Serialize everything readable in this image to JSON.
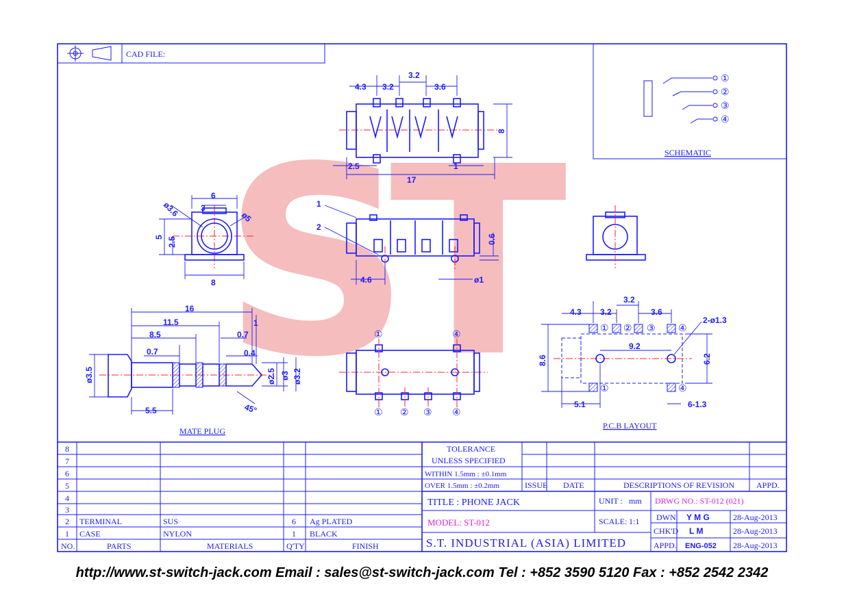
{
  "header": {
    "cad_file_label": "CAD FILE:"
  },
  "watermark": "ST",
  "schematic": {
    "label": "SCHEMATIC",
    "pins": [
      "①",
      "②",
      "③",
      "④"
    ]
  },
  "top_view": {
    "dims": [
      "4.3",
      "3.2",
      "3.2",
      "3.6",
      "8",
      "2.5",
      "17",
      "1"
    ]
  },
  "front_view": {
    "dims": [
      "6",
      "3",
      "ø3.6",
      "ø5",
      "5",
      "2.5",
      "8"
    ]
  },
  "side_view": {
    "callouts": [
      "1",
      "2"
    ],
    "dims": [
      "0.6",
      "4.6",
      "ø1"
    ]
  },
  "mate_plug": {
    "label": "MATE PLUG",
    "dims": [
      "16",
      "11.5",
      "8.5",
      "0.7",
      "1",
      "0.7",
      "0.4",
      "ø3.5",
      "ø2.5",
      "ø3",
      "ø3.2",
      "5.5",
      "45°"
    ]
  },
  "bottom_view": {
    "top_pins": [
      "①",
      "④"
    ],
    "bottom_pins": [
      "①",
      "②",
      "③",
      "④"
    ]
  },
  "pcb_layout": {
    "label": "P.C.B LAYOUT",
    "dims": [
      "4.3",
      "3.2",
      "3.2",
      "3.6",
      "2-ø1.3",
      "9.2",
      "8.6",
      "6.2",
      "5.1",
      "6-1.3"
    ],
    "pins_top": [
      "①",
      "②",
      "③",
      "④"
    ],
    "pins_bottom": [
      "①",
      "④"
    ]
  },
  "tolerance": {
    "title1": "TOLERANCE",
    "title2": "UNLESS  SPECIFIED",
    "line1": "WITHIN  1.5mm : ±0.1mm",
    "line2": "OVER    1.5mm : ±0.2mm"
  },
  "revision": {
    "issue": "ISSUE",
    "date": "DATE",
    "desc": "DESCRIPTIONS  OF  REVISION",
    "appd": "APPD."
  },
  "parts_table": {
    "row_numbers": [
      "8",
      "7",
      "6",
      "5",
      "4",
      "3",
      "2",
      "1"
    ],
    "rows": [
      {
        "no": "2",
        "part": "TERMINAL",
        "material": "SUS",
        "qty": "6",
        "finish": "Ag PLATED"
      },
      {
        "no": "1",
        "part": "CASE",
        "material": "NYLON",
        "qty": "1",
        "finish": "BLACK"
      }
    ],
    "headers": {
      "no": "NO.",
      "parts": "PARTS",
      "materials": "MATERIALS",
      "qty": "Q'TY",
      "finish": "FINISH"
    }
  },
  "title_block": {
    "title": "TITLE : PHONE JACK",
    "model": "MODEL: ST-012",
    "company": "S.T.  INDUSTRIAL  (ASIA)  LIMITED",
    "unit_label": "UNIT :",
    "unit_value": "mm",
    "scale_label": "SCALE:",
    "scale_value": "1:1",
    "drwg_no": "DRWG NO.: ST-012 (021)",
    "dwn_label": "DWN.",
    "dwn_value": "Y M G",
    "dwn_date": "28-Aug-2013",
    "chkd_label": "CHK'D",
    "chkd_value": "L M",
    "chkd_date": "28-Aug-2013",
    "appd_label": "APPD.",
    "appd_value": "ENG-052",
    "appd_date": "28-Aug-2013"
  },
  "footer": {
    "text": "http://www.st-switch-jack.com  Email : sales@st-switch-jack.com  Tel : +852 3590 5120  Fax : +852 2542 2342"
  },
  "colors": {
    "line": "#1a1aff",
    "center_line": "#ff2020",
    "watermark": "#f2a0a0",
    "model_text": "#e020e0"
  }
}
